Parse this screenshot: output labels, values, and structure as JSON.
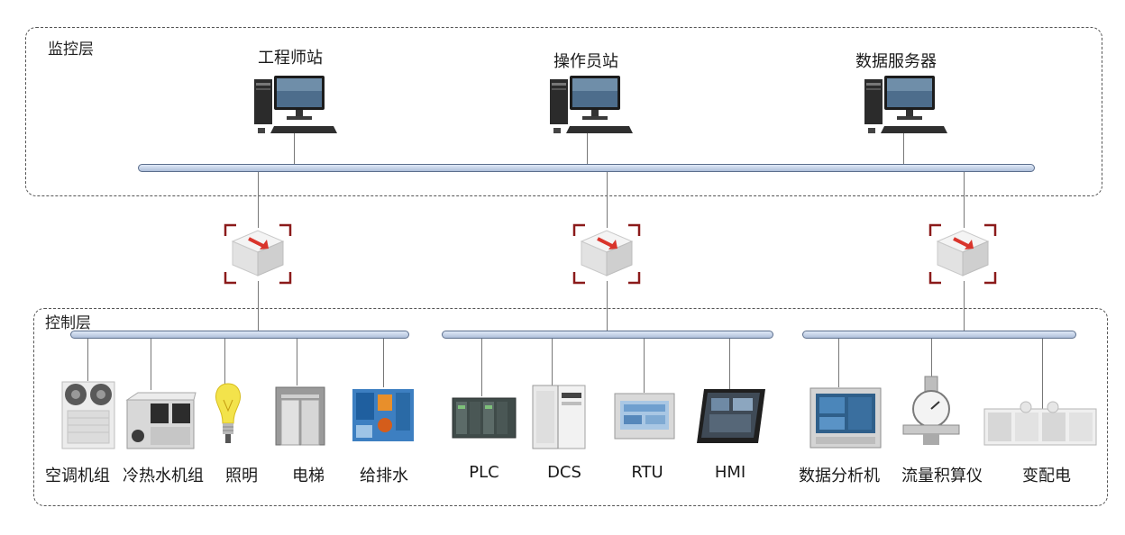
{
  "layers": {
    "monitor_title": "监控层",
    "control_title": "控制层"
  },
  "workstations": [
    {
      "label": "工程师站",
      "icon": "desktop-pc-icon"
    },
    {
      "label": "操作员站",
      "icon": "desktop-pc-icon"
    },
    {
      "label": "数据服务器",
      "icon": "desktop-pc-icon"
    }
  ],
  "switches": [
    {
      "icon": "network-switch-icon"
    },
    {
      "icon": "network-switch-icon"
    },
    {
      "icon": "network-switch-icon"
    }
  ],
  "groups": [
    {
      "devices": [
        {
          "label": "空调机组",
          "icon": "air-conditioner-unit-icon"
        },
        {
          "label": "冷热水机组",
          "icon": "water-chiller-icon"
        },
        {
          "label": "照明",
          "icon": "light-bulb-icon"
        },
        {
          "label": "电梯",
          "icon": "elevator-icon"
        },
        {
          "label": "给排水",
          "icon": "water-pump-icon"
        }
      ]
    },
    {
      "devices": [
        {
          "label": "PLC",
          "icon": "plc-module-icon"
        },
        {
          "label": "DCS",
          "icon": "dcs-cabinet-icon"
        },
        {
          "label": "RTU",
          "icon": "rtu-box-icon"
        },
        {
          "label": "HMI",
          "icon": "hmi-tablet-icon"
        }
      ]
    },
    {
      "devices": [
        {
          "label": "数据分析机",
          "icon": "data-analyzer-icon"
        },
        {
          "label": "流量积算仪",
          "icon": "flow-meter-icon"
        },
        {
          "label": "变配电",
          "icon": "power-distribution-icon"
        }
      ]
    }
  ],
  "colors": {
    "bus_fill": "#c5d4ea",
    "bus_stroke": "#5c6f8d",
    "switch_arrow": "#d9342b",
    "switch_bracket": "#8b1a1a"
  }
}
